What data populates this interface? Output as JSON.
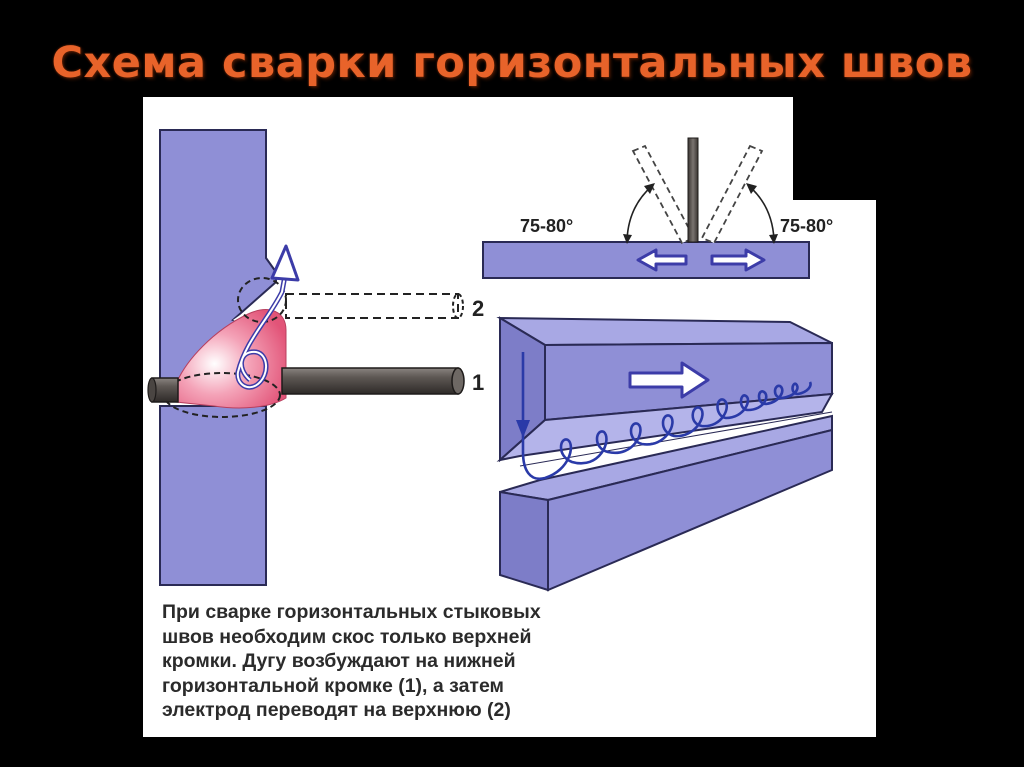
{
  "title": "Схема сварки горизонтальных швов",
  "diagram": {
    "angle_left": "75-80°",
    "angle_right": "75-80°",
    "label_1": "1",
    "label_2": "2"
  },
  "caption_lines": [
    "При сварке горизонтальных стыковых",
    "швов необходим скос только верхней",
    "кромки. Дугу возбуждают на нижней",
    "горизонтальной кромке (1), а затем",
    "электрод переводят на верхнюю (2)"
  ],
  "colors": {
    "background": "#000000",
    "title": "#e8632a",
    "plate": "#8f8fd6",
    "arrow": "#3c3ca8",
    "weld": "#ea6b8a",
    "electrode": "#5a5450"
  }
}
